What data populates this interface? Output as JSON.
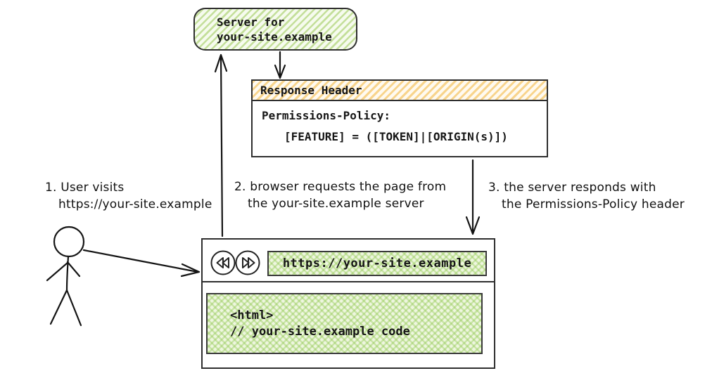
{
  "server": {
    "line1": "Server for",
    "line2": "your-site.example"
  },
  "response_header": {
    "title": "Response Header",
    "policy_line1": "Permissions-Policy:",
    "policy_line2": "[FEATURE] = ([TOKEN]|[ORIGIN(s)])"
  },
  "annotations": [
    {
      "line1": "1. User visits",
      "line2": "https://your-site.example"
    },
    {
      "line1": "2. browser requests the page from",
      "line2": "the your-site.example server"
    },
    {
      "line1": "3. the server responds with",
      "line2": "the Permissions-Policy header"
    }
  ],
  "browser": {
    "url": "https://your-site.example",
    "back_icon": "double-left-triangles",
    "forward_icon": "double-right-triangles",
    "code_line1": "<html>",
    "code_line2": "// your-site.example code"
  },
  "colors": {
    "green_hatch": "#bcdd8f",
    "orange_hatch": "#f5c76a",
    "ink": "#141414",
    "border": "#2e2e2e"
  }
}
